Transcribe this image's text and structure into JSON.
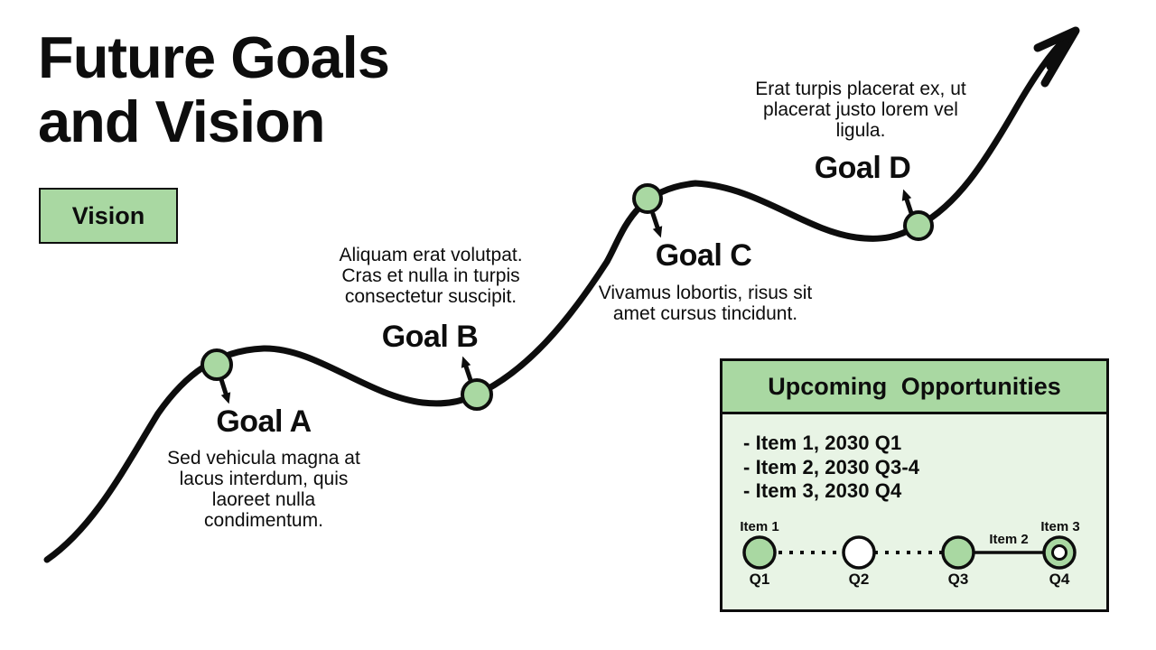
{
  "slide": {
    "title_line1": "Future Goals",
    "title_line2": "and Vision",
    "vision_label": "Vision"
  },
  "goals": [
    {
      "name": "Goal A",
      "description": "Sed vehicula magna at lacus interdum, quis laoreet nulla condimentum."
    },
    {
      "name": "Goal B",
      "description": "Aliquam erat volutpat. Cras et nulla in turpis consectetur suscipit."
    },
    {
      "name": "Goal C",
      "description": "Vivamus lobortis, risus sit amet cursus tincidunt."
    },
    {
      "name": "Goal D",
      "description": "Erat turpis placerat ex, ut placerat justo lorem vel ligula."
    }
  ],
  "opportunities": {
    "title": "Upcoming Opportunities",
    "items": [
      "- Item 1, 2030 Q1",
      "- Item 2, 2030 Q3-4",
      "- Item 3, 2030 Q4"
    ],
    "timeline": {
      "marker1_label": "Item 1",
      "segment_label": "Item 2",
      "marker4_label": "Item 3",
      "quarters": [
        "Q1",
        "Q2",
        "Q3",
        "Q4"
      ]
    }
  },
  "colors": {
    "accent_green": "#a9d8a2",
    "panel_body": "#e8f4e5",
    "ink": "#0d0d0d"
  }
}
